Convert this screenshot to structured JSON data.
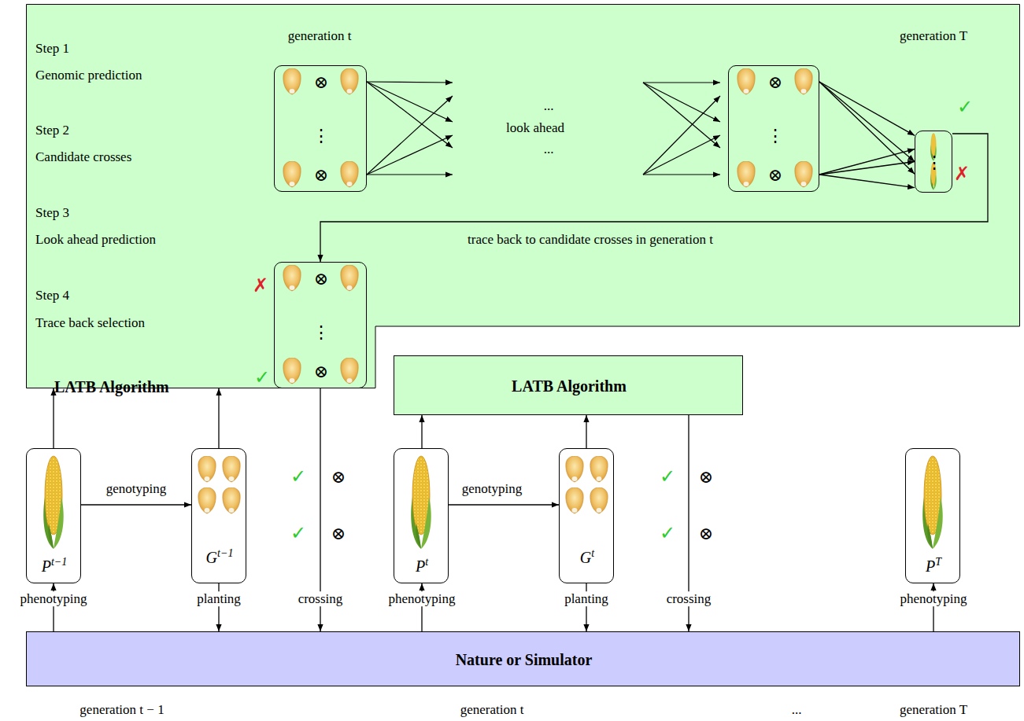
{
  "diagram": {
    "nodes": [
      {
        "text": [
          "LATB Algorithm"
        ]
      },
      {
        "text": [
          "⊗",
          "⋮",
          "⊗"
        ],
        "in": 0
      },
      {
        "text": [
          "⊗",
          "⋮",
          "⊗"
        ],
        "in": 0
      },
      {
        "text": [
          "⋮"
        ],
        "in": 0
      },
      {
        "text": [
          "⊗",
          "⋮",
          "⊗"
        ],
        "in": 0
      },
      {
        "text": [
          "LATB Algorithm"
        ]
      },
      {
        "text": [
          "P",
          "t−1"
        ]
      },
      {
        "text": [
          "G",
          "t−1"
        ]
      },
      {
        "text": [
          "P",
          "t"
        ]
      },
      {
        "text": [
          "G",
          "t"
        ]
      },
      {
        "text": [
          "P",
          "T"
        ]
      },
      {
        "text": [
          "Nature or Simulator"
        ]
      }
    ],
    "edges": [
      {
        "from": 6,
        "to": 0,
        "arrow": "to"
      },
      {
        "from": 7,
        "to": 0,
        "arrow": "to"
      },
      {
        "from": 4,
        "to": 11,
        "label": "crossing",
        "arrow": "to"
      },
      {
        "from": 6,
        "to": 7,
        "label": "genotyping",
        "arrow": "to"
      },
      {
        "from": 11,
        "to": 6,
        "label": "phenotyping",
        "arrow": "to"
      },
      {
        "from": 7,
        "to": 11,
        "label": "planting",
        "arrow": "to"
      },
      {
        "from": 8,
        "to": 5,
        "arrow": "to"
      },
      {
        "from": 9,
        "to": 5,
        "arrow": "to"
      },
      {
        "from": 5,
        "to": 11,
        "label": "crossing",
        "arrow": "to"
      },
      {
        "from": 8,
        "to": 9,
        "label": "genotyping",
        "arrow": "to"
      },
      {
        "from": 11,
        "to": 8,
        "label": "phenotyping",
        "arrow": "to"
      },
      {
        "from": 9,
        "to": 11,
        "label": "planting",
        "arrow": "to"
      },
      {
        "from": 11,
        "to": 10,
        "label": "phenotyping",
        "arrow": "to"
      },
      {
        "from": 2,
        "to": 3,
        "arrow": "to"
      },
      {
        "from": 3,
        "to": 4,
        "label": "trace back to candidate crosses in generation t",
        "arrow": "to"
      }
    ],
    "labels": [
      "Step 1",
      "Genomic prediction",
      "Step 2",
      "Candidate crosses",
      "Step 3",
      "Look ahead prediction",
      "Step 4",
      "Trace back selection",
      "generation t",
      "generation T",
      "...",
      "look ahead",
      "...",
      "✓",
      "✗",
      "✗",
      "✓",
      "✓",
      "⊗",
      "✓",
      "⊗",
      "✓",
      "⊗",
      "✓",
      "⊗",
      "generation t − 1",
      "generation t",
      "...",
      "generation T"
    ]
  }
}
